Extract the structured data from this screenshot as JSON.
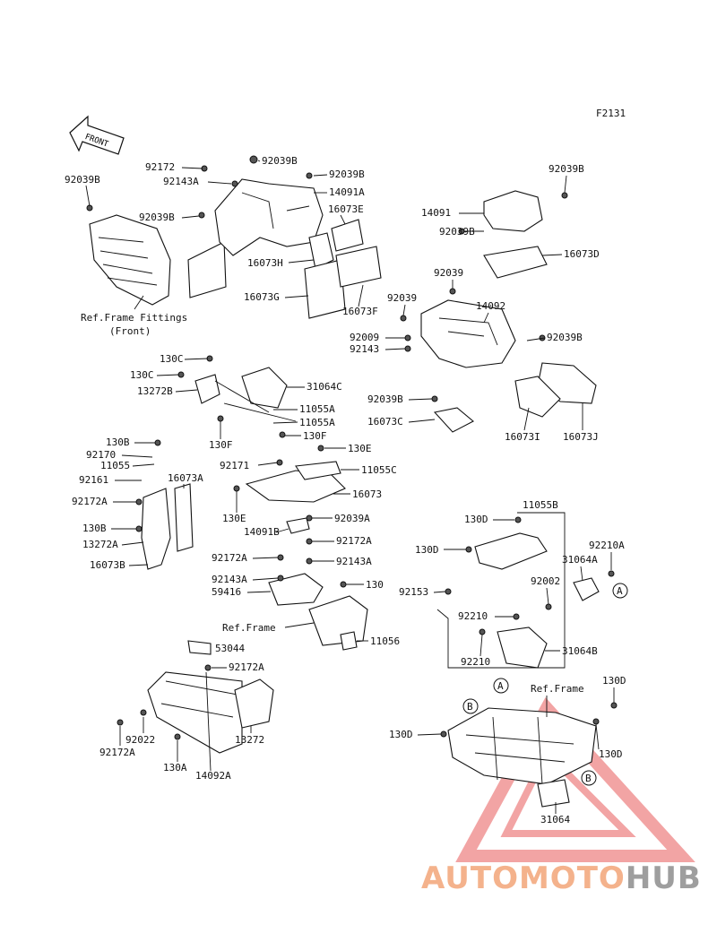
{
  "figure_code": "F2131",
  "front_marker": "FRONT",
  "notes": {
    "ref_frame_fittings": "Ref.Frame Fittings",
    "ref_frame_fittings_sub": "(Front)",
    "ref_frame_1": "Ref.Frame",
    "ref_frame_2": "Ref.Frame"
  },
  "callouts": [
    "A",
    "B"
  ],
  "labels": [
    "92039B",
    "92172",
    "92143A",
    "92039B",
    "92039B",
    "14091A",
    "92039B",
    "16073E",
    "16073H",
    "16073G",
    "16073F",
    "92039B",
    "14091",
    "92039B",
    "16073D",
    "92039",
    "92039",
    "14092",
    "92009",
    "92143",
    "92039B",
    "92039B",
    "16073C",
    "16073I",
    "16073J",
    "130C",
    "130C",
    "13272B",
    "31064C",
    "11055A",
    "11055A",
    "130F",
    "130F",
    "130E",
    "92171",
    "11055C",
    "16073",
    "130E",
    "92039A",
    "14091B",
    "92172A",
    "92172A",
    "92143A",
    "92143A",
    "59416",
    "130",
    "Ref.Frame",
    "11056",
    "130B",
    "92170",
    "11055",
    "92161",
    "16073A",
    "92172A",
    "130B",
    "13272A",
    "16073B",
    "130D",
    "11055B",
    "130D",
    "92210A",
    "31064A",
    "92153",
    "92002",
    "92210",
    "92210",
    "31064B",
    "53044",
    "92172A",
    "92022",
    "92172A",
    "13272",
    "130A",
    "14092A",
    "130D",
    "130D",
    "130D",
    "31064"
  ],
  "watermark": {
    "part1": "AUTOMOTO",
    "part2": "HUB",
    "color1": "#f4b28c",
    "color2": "#9e9e9e",
    "logo_color": "#e85a5a"
  }
}
